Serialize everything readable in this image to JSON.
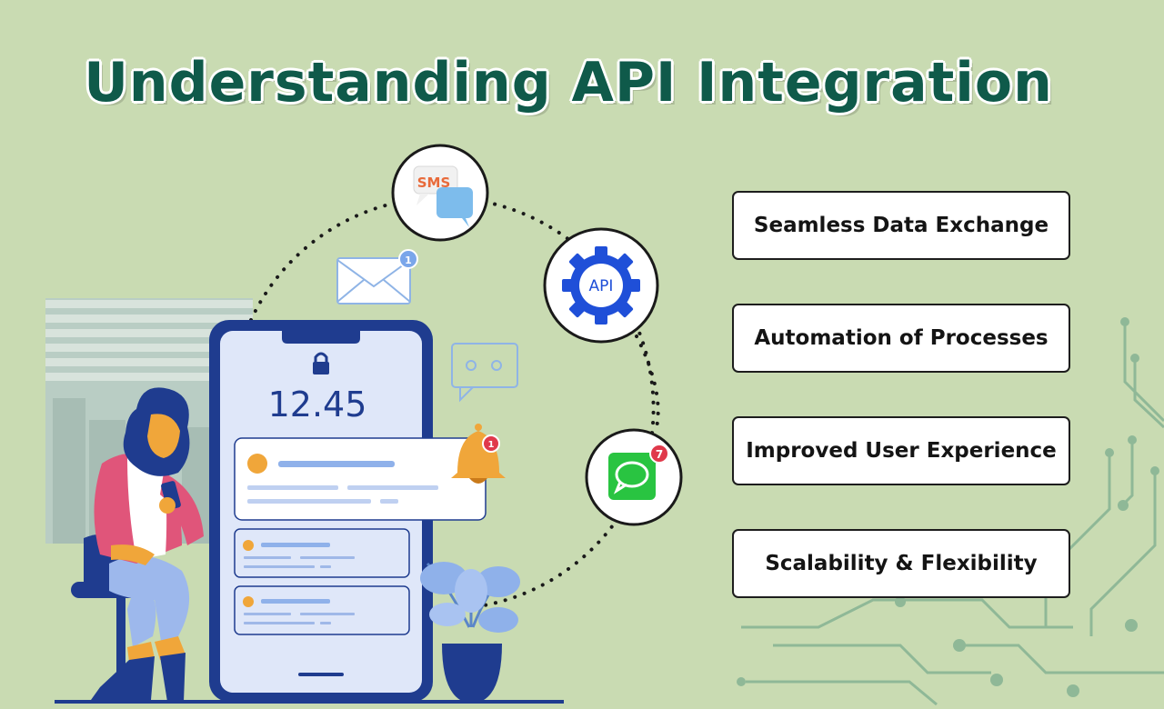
{
  "title": "Understanding API Integration",
  "phone": {
    "time": "12.45"
  },
  "icons": {
    "sms_label": "SMS",
    "api_label": "API",
    "mail_badge": "1",
    "bell_badge": "1",
    "message_badge": "7"
  },
  "benefits": [
    {
      "label": "Seamless Data Exchange"
    },
    {
      "label": "Automation of Processes"
    },
    {
      "label": "Improved User Experience"
    },
    {
      "label": "Scalability & Flexibility"
    }
  ],
  "colors": {
    "background": "#c9dbb2",
    "title": "#0f5a4a",
    "phone_frame": "#1f3c8f",
    "phone_screen": "#dfe7f9",
    "accent_orange": "#f0a63a",
    "api_blue": "#1f4fd8",
    "message_green": "#29c441",
    "badge_red": "#e0394b",
    "circuit": "#8fb897"
  }
}
